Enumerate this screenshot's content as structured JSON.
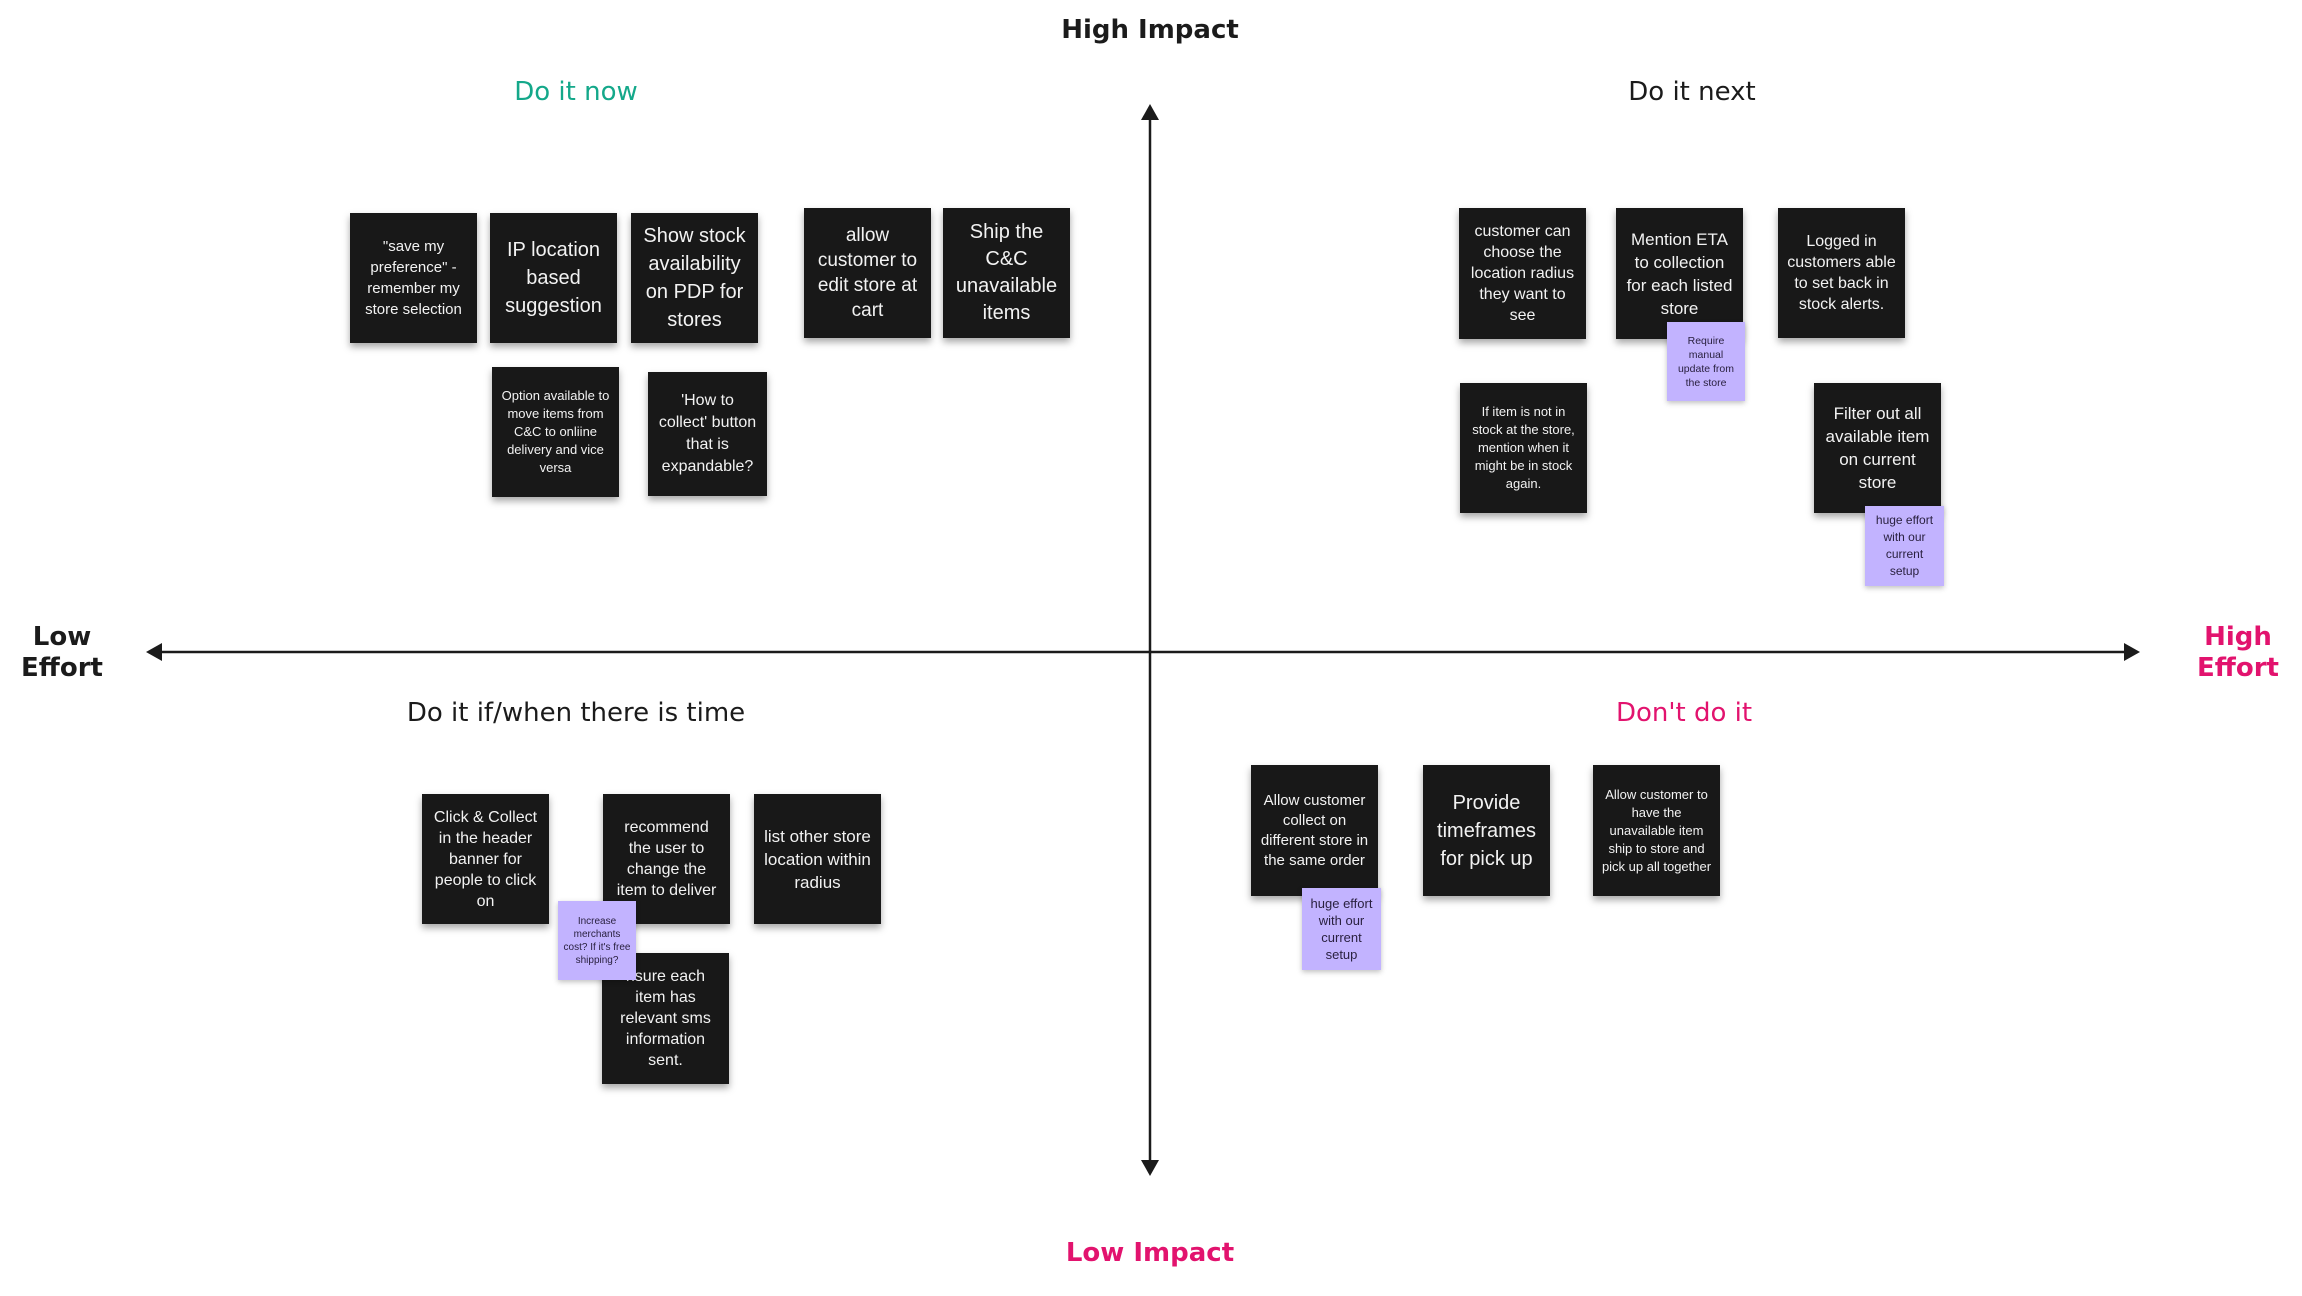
{
  "colors": {
    "text": "#1b1b1b",
    "accent_green": "#14a88a",
    "accent_pink": "#e2136e",
    "sticky_bg": "#181818",
    "sticky_text": "#f2f2f2",
    "note_bg": "#c2b3ff"
  },
  "axes": {
    "top": "High Impact",
    "bottom": "Low Impact",
    "left": "Low\nEffort",
    "right": "High\nEffort"
  },
  "quadrants": {
    "top_left": "Do it now",
    "top_right": "Do it next",
    "bottom_left": "Do it if/when there is time",
    "bottom_right": "Don't do it"
  },
  "stickies": {
    "save_pref": "\"save my preference\" - remember my store selection",
    "ip_location": "IP location based suggestion",
    "show_stock": "Show stock availability on PDP for stores",
    "edit_store_cart": "allow customer to edit store at cart",
    "ship_cc": "Ship the C&C unavailable items",
    "option_move": "Option available to move items from C&C to onliine delivery and vice versa",
    "how_to_collect": "'How to collect' button that is expandable?",
    "choose_radius": "customer can choose the location radius they want to see",
    "mention_eta": "Mention ETA to collection for each listed store",
    "stock_alerts": "Logged in customers able to set back in stock alerts.",
    "not_in_stock": "If item is not in stock at the store, mention when it might be in stock again.",
    "filter_out": "Filter out all available item on current store",
    "click_collect_header": "Click & Collect in the header banner for people to click on",
    "recommend_change": "recommend the user to change the item to deliver",
    "list_other_store": "list other store location within radius",
    "ensure_sms": "nsure each item has relevant sms information sent.",
    "collect_diff_store": "Allow customer collect on different store in the same order",
    "provide_timeframes": "Provide timeframes for pick up",
    "ship_to_store": "Allow customer to have the unavailable item ship to store and pick up all together"
  },
  "notes": {
    "manual_update": "Require manual update from the store",
    "huge_effort_right": "huge effort with our current setup",
    "merchants_cost": "Increase merchants cost? If it's free shipping?",
    "huge_effort_bottom": "huge effort with our current setup"
  }
}
